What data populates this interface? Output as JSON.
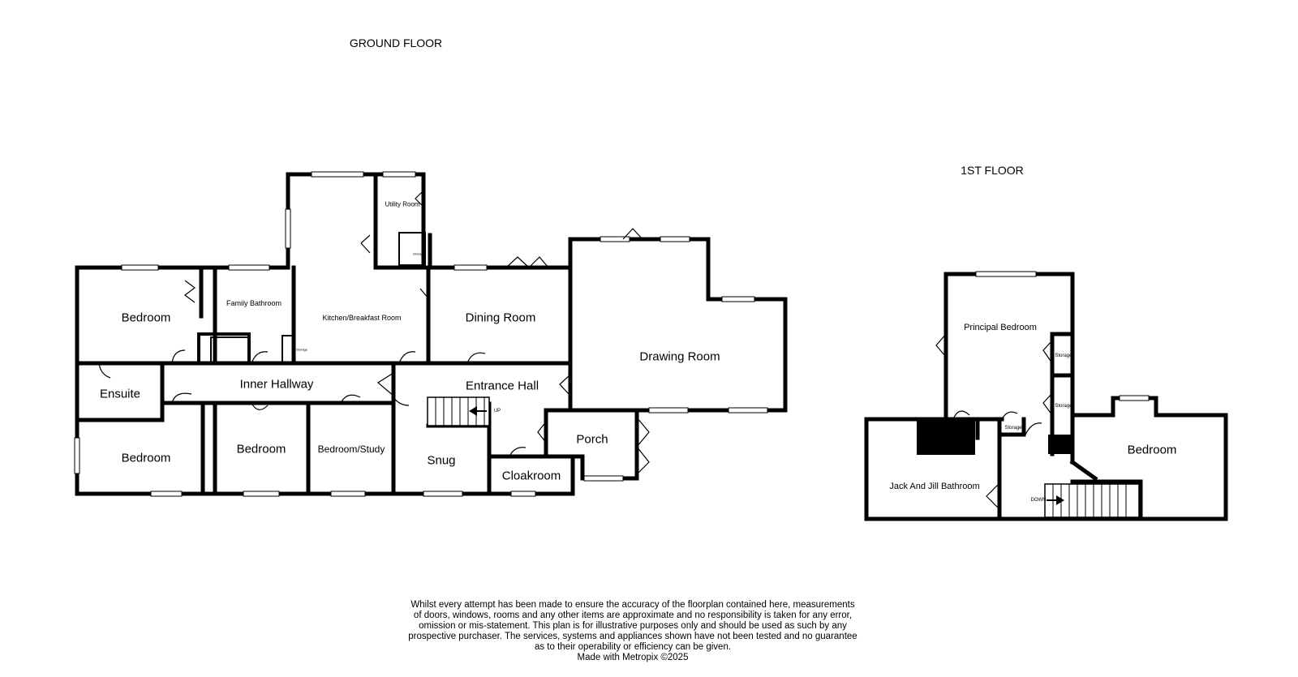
{
  "colors": {
    "wall": "#000000",
    "window": "#ffffff",
    "background": "#ffffff"
  },
  "floors": {
    "ground": {
      "title": "GROUND FLOOR",
      "rooms": {
        "bedroom_nw": "Bedroom",
        "family_bathroom": "Family Bathroom",
        "kitchen": "Kitchen/Breakfast Room",
        "utility": "Utility Room",
        "storage_utility": "Storage",
        "storage_kitchen": "Storage",
        "dining": "Dining Room",
        "drawing": "Drawing Room",
        "ensuite": "Ensuite",
        "inner_hallway": "Inner Hallway",
        "entrance_hall": "Entrance Hall",
        "bedroom_sw": "Bedroom",
        "bedroom_mid": "Bedroom",
        "bedroom_study": "Bedroom/Study",
        "snug": "Snug",
        "porch": "Porch",
        "cloakroom": "Cloakroom",
        "stairs_up": "UP"
      }
    },
    "first": {
      "title": "1ST FLOOR",
      "rooms": {
        "principal": "Principal Bedroom",
        "storage_a": "Storage",
        "storage_b": "Storage",
        "storage_c": "Storage",
        "jack_jill": "Jack And Jill Bathroom",
        "bedroom": "Bedroom",
        "stairs_down": "DOWN"
      }
    }
  },
  "disclaimer": {
    "lines": [
      "Whilst every attempt has been made to ensure the accuracy of the floorplan contained here, measurements",
      "of doors, windows, rooms and any other items are approximate and no responsibility is taken for any error,",
      "omission or mis-statement. This plan is for illustrative purposes only and should be used as such by any",
      "prospective purchaser. The services, systems and appliances shown have not been tested and no guarantee",
      "as to their operability or efficiency can be given."
    ],
    "credit": "Made with Metropix ©2025"
  }
}
